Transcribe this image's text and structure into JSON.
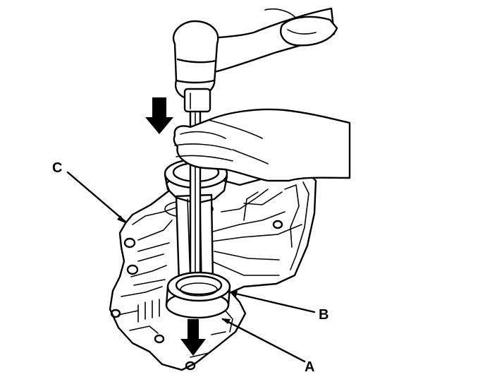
{
  "diagram": {
    "callouts": {
      "a": "A",
      "b": "B",
      "c": "C"
    },
    "colors": {
      "ink": "#000000",
      "paper": "#ffffff"
    },
    "icons": {
      "hammer": "hammer-icon",
      "hand": "hand-icon",
      "press_arrow": "down-arrow-icon"
    }
  }
}
